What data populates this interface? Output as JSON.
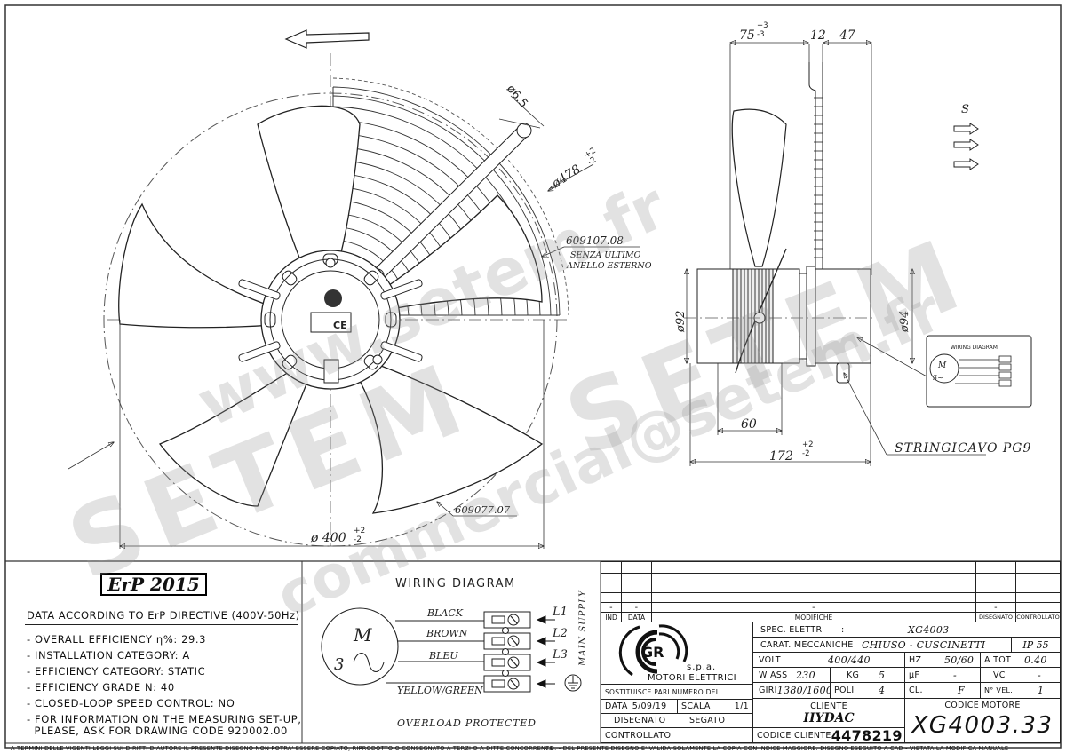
{
  "drawing": {
    "rotation_arrow": "counter-clockwise",
    "front_view": {
      "fan_diameter": "ø 400",
      "fan_diameter_tol": {
        "plus": "+2",
        "minus": "-2"
      },
      "guard_diameter": "ø478",
      "guard_diameter_tol": {
        "plus": "+2",
        "minus": "-2"
      },
      "hole_diameter": "ø6.5",
      "guard_code": "609107.08",
      "guard_note_1": "SENZA ULTIMO",
      "guard_note_2": "ANELLO ESTERNO",
      "impeller_code": "609077.07"
    },
    "side_view": {
      "dim_75": "75",
      "dim_75_tol": {
        "plus": "+3",
        "minus": "-3"
      },
      "dim_12": "12",
      "dim_47": "47",
      "dim_92": "ø92",
      "dim_94": "ø94",
      "dim_60": "60",
      "dim_172": "172",
      "dim_172_tol": {
        "plus": "+2",
        "minus": "-2"
      },
      "cable_gland": "STRINGICAVO PG9",
      "airflow_label": "S"
    },
    "mini_wiring_label": "WIRING DIAGRAM"
  },
  "erp": {
    "badge": "ErP 2015",
    "heading": "DATA ACCORDING TO ErP DIRECTIVE (400V-50Hz)",
    "items": [
      "- OVERALL EFFICIENCY η%: 29.3",
      "- INSTALLATION CATEGORY: A",
      "- EFFICIENCY CATEGORY: STATIC",
      "- EFFICIENCY GRADE N: 40",
      "- CLOSED-LOOP SPEED CONTROL: NO",
      "- FOR INFORMATION ON THE MEASURING SET-UP,\n  PLEASE, ASK FOR DRAWING CODE 920002.00"
    ]
  },
  "wiring": {
    "title": "WIRING DIAGRAM",
    "motor_label": "M",
    "phase_label": "3~",
    "wires": [
      "BLACK",
      "BROWN",
      "BLEU",
      "YELLOW/GREEN"
    ],
    "lines": [
      "L1",
      "L2",
      "L3"
    ],
    "supply_label": "MAIN SUPPLY",
    "note": "OVERLOAD PROTECTED"
  },
  "revisions": {
    "headers": [
      "IND",
      "DATA",
      "MODIFICHE",
      "DISEGNATO",
      "CONTROLLATO"
    ],
    "row": [
      "-",
      "-",
      "-",
      "-",
      ""
    ]
  },
  "company": {
    "logo": "GR",
    "suffix": "s.p.a.",
    "name": "MOTORI ELETTRICI"
  },
  "specs": {
    "spec_elettr_label": "SPEC. ELETTR.",
    "spec_elettr_sep": ":",
    "spec_elettr_value": "XG4003",
    "carat_label": "CARAT. MECCANICHE",
    "carat_value": "CHIUSO - CUSCINETTI",
    "ip": "IP 55",
    "volt_label": "VOLT",
    "volt_value": "400/440",
    "hz_label": "HZ",
    "hz_value": "50/60",
    "atot_label": "A TOT",
    "atot_value": "0.40",
    "wass_label": "W ASS",
    "wass_value": "230",
    "kg_label": "KG",
    "kg_value": "5",
    "uf_label": "µF",
    "uf_value": "-",
    "vc_label": "VC",
    "vc_value": "-",
    "giri_label": "GIRI",
    "giri_value": "1380/1600",
    "poli_label": "POLI",
    "poli_value": "4",
    "cl_label": "CL.",
    "cl_value": "F",
    "nvel_label": "N° VEL.",
    "nvel_value": "1"
  },
  "titleblock": {
    "sostituisce": "SOSTITUISCE PARI NUMERO DEL",
    "data_label": "DATA",
    "data_value": "5/09/19",
    "scala_label": "SCALA",
    "scala_value": "1/1",
    "disegnato_label": "DISEGNATO",
    "disegnato_value": "SEGATO",
    "controllato_label": "CONTROLLATO",
    "cliente_label": "CLIENTE",
    "cliente_value": "HYDAC",
    "codice_cliente_label": "CODICE CLIENTE",
    "codice_cliente_value": "4478219",
    "codice_motore_label": "CODICE MOTORE",
    "codice_motore_value": "XG4003.33"
  },
  "footer": {
    "left": "A TERMINI DELLE VIGENTI LEGGI SUI DIRITTI D'AUTORE IL PRESENTE DISEGNO NON POTRA' ESSERE COPIATO, RIPRODOTTO O CONSEGNATO A TERZI O A DITTE CONCORRENTI.",
    "right": "N.B. - DEL PRESENTE DISEGNO E' VALIDA SOLAMENTE LA COPIA CON INDICE MAGGIORE.    DISEGNO ESEGUITO A CAD - VIETATA LA MODIFICA MANUALE"
  },
  "watermarks": [
    "www.setem.fr",
    "SETEM",
    "commercial@setem.fr",
    "SETEM"
  ]
}
